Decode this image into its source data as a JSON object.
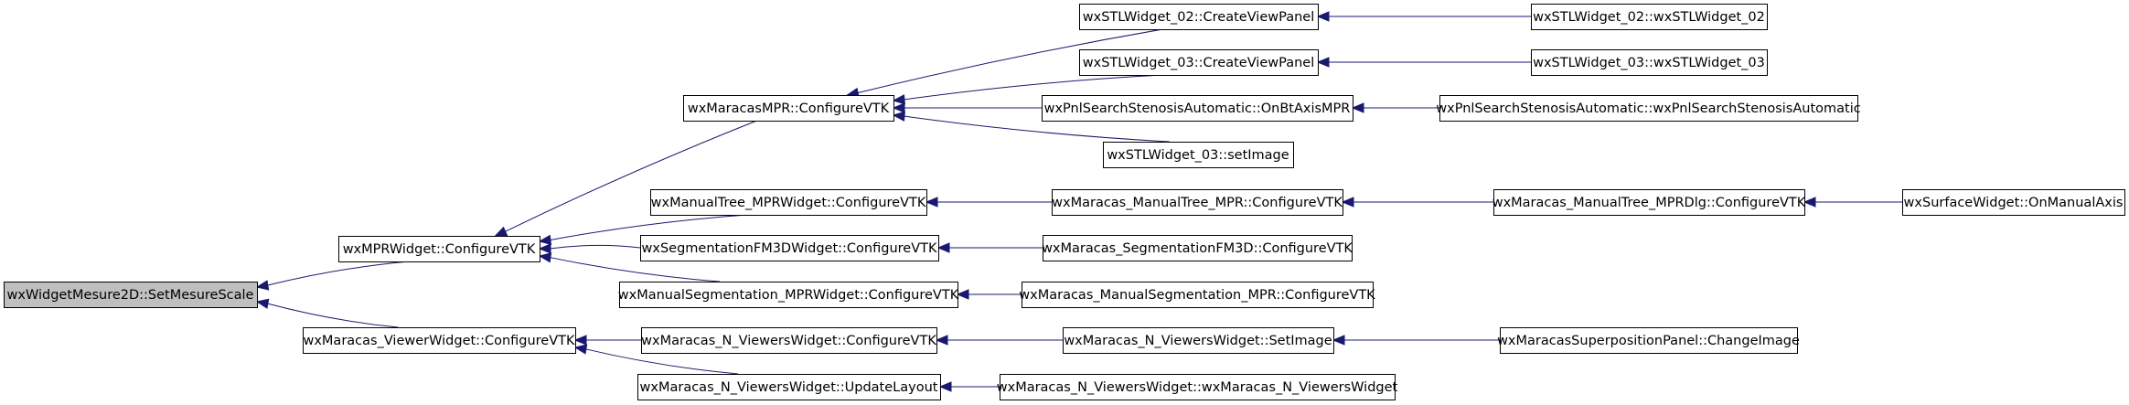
{
  "graph": {
    "nodes": [
      {
        "id": "root",
        "label": "wxWidgetMesure2D::SetMesureScale",
        "root": true
      },
      {
        "id": "mprw",
        "label": "wxMPRWidget::ConfigureVTK"
      },
      {
        "id": "viewerw",
        "label": "wxMaracas_ViewerWidget::ConfigureVTK"
      },
      {
        "id": "mmpr",
        "label": "wxMaracasMPR::ConfigureVTK"
      },
      {
        "id": "mtree",
        "label": "wxManualTree_MPRWidget::ConfigureVTK"
      },
      {
        "id": "segfm",
        "label": "wxSegmentationFM3DWidget::ConfigureVTK"
      },
      {
        "id": "mseg",
        "label": "wxManualSegmentation_MPRWidget::ConfigureVTK"
      },
      {
        "id": "nvcfg",
        "label": "wxMaracas_N_ViewersWidget::ConfigureVTK"
      },
      {
        "id": "nvupd",
        "label": "wxMaracas_N_ViewersWidget::UpdateLayout"
      },
      {
        "id": "stl02cvp",
        "label": "wxSTLWidget_02::CreateViewPanel"
      },
      {
        "id": "stl03cvp",
        "label": "wxSTLWidget_03::CreateViewPanel"
      },
      {
        "id": "pnlbt",
        "label": "wxPnlSearchStenosisAutomatic::OnBtAxisMPR"
      },
      {
        "id": "stl03img",
        "label": "wxSTLWidget_03::setImage"
      },
      {
        "id": "mtmpr",
        "label": "wxMaracas_ManualTree_MPR::ConfigureVTK"
      },
      {
        "id": "segfm3d",
        "label": "wxMaracas_SegmentationFM3D::ConfigureVTK"
      },
      {
        "id": "msegmpr",
        "label": "wxMaracas_ManualSegmentation_MPR::ConfigureVTK"
      },
      {
        "id": "nvset",
        "label": "wxMaracas_N_ViewersWidget::SetImage"
      },
      {
        "id": "nvctor",
        "label": "wxMaracas_N_ViewersWidget::wxMaracas_N_ViewersWidget"
      },
      {
        "id": "stl02ctor",
        "label": "wxSTLWidget_02::wxSTLWidget_02"
      },
      {
        "id": "stl03ctor",
        "label": "wxSTLWidget_03::wxSTLWidget_03"
      },
      {
        "id": "pnlctor",
        "label": "wxPnlSearchStenosisAutomatic::wxPnlSearchStenosisAutomatic"
      },
      {
        "id": "mtdlg",
        "label": "wxMaracas_ManualTree_MPRDlg::ConfigureVTK"
      },
      {
        "id": "superpos",
        "label": "wxMaracasSuperpositionPanel::ChangeImage"
      },
      {
        "id": "surface",
        "label": "wxSurfaceWidget::OnManualAxis"
      }
    ],
    "edges": [
      {
        "from": "mprw",
        "to": "root"
      },
      {
        "from": "viewerw",
        "to": "root"
      },
      {
        "from": "mmpr",
        "to": "mprw"
      },
      {
        "from": "mtree",
        "to": "mprw"
      },
      {
        "from": "segfm",
        "to": "mprw"
      },
      {
        "from": "mseg",
        "to": "mprw"
      },
      {
        "from": "nvcfg",
        "to": "viewerw"
      },
      {
        "from": "nvupd",
        "to": "viewerw"
      },
      {
        "from": "stl02cvp",
        "to": "mmpr"
      },
      {
        "from": "stl03cvp",
        "to": "mmpr"
      },
      {
        "from": "pnlbt",
        "to": "mmpr"
      },
      {
        "from": "stl03img",
        "to": "mmpr"
      },
      {
        "from": "stl02ctor",
        "to": "stl02cvp"
      },
      {
        "from": "stl03ctor",
        "to": "stl03cvp"
      },
      {
        "from": "pnlctor",
        "to": "pnlbt"
      },
      {
        "from": "mtmpr",
        "to": "mtree"
      },
      {
        "from": "mtdlg",
        "to": "mtmpr"
      },
      {
        "from": "surface",
        "to": "mtdlg"
      },
      {
        "from": "segfm3d",
        "to": "segfm"
      },
      {
        "from": "msegmpr",
        "to": "mseg"
      },
      {
        "from": "nvset",
        "to": "nvcfg"
      },
      {
        "from": "superpos",
        "to": "nvset"
      },
      {
        "from": "nvctor",
        "to": "nvupd"
      }
    ]
  }
}
